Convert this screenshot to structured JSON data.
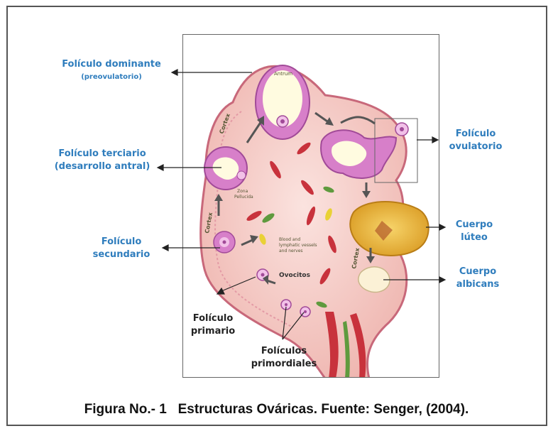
{
  "labels": {
    "dominant_l1": "Folículo dominante",
    "dominant_l2": "(preovulatorio)",
    "tertiary_l1": "Folículo terciario",
    "tertiary_l2": "(desarrollo antral)",
    "secondary_l1": "Folículo",
    "secondary_l2": "secundario",
    "ovulatory_l1": "Folículo",
    "ovulatory_l2": "ovulatorio",
    "luteum_l1": "Cuerpo",
    "luteum_l2": "lúteo",
    "albicans_l1": "Cuerpo",
    "albicans_l2": "albicans",
    "primary_l1": "Folículo",
    "primary_l2": "primario",
    "primordial_l1": "Folículos",
    "primordial_l2": "primordiales",
    "oocytes": "Ovocitos"
  },
  "inner_labels": {
    "antrum": "Antrum",
    "cortex": "Cortex",
    "zona_l1": "Zona",
    "zona_l2": "Pellucida",
    "vessels_l1": "Blood and",
    "vessels_l2": "lymphatic vessels",
    "vessels_l3": "and nerves"
  },
  "caption": "Figura No.- 1   Estructuras Ováricas. Fuente: Senger, (2004).",
  "colors": {
    "label_blue": "#2f7dbd",
    "ovary_fill": "#f4c9c4",
    "ovary_edge": "#c8687a",
    "follicle": "#d77fc9",
    "antrum": "#fffbe0",
    "corpus_luteum": "#e8b23a",
    "vessel_red": "#c8323c",
    "vessel_green": "#5f9a3e"
  }
}
